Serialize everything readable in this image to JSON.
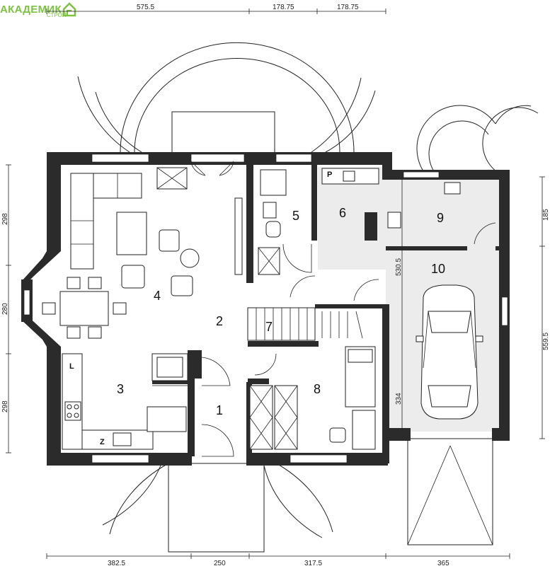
{
  "logo": {
    "brand": "АКАДЕМИК",
    "sub": "СТРОЙ",
    "brand_color": "#7dc242"
  },
  "rooms": [
    "1",
    "2",
    "3",
    "4",
    "5",
    "6",
    "7",
    "8",
    "9",
    "10"
  ],
  "fixtures": {
    "l": "L",
    "p": "P",
    "z": "Z"
  },
  "dimensions": {
    "top": [
      "575.5",
      "178.75",
      "178.75"
    ],
    "bottom": [
      "382.5",
      "250",
      "317.5",
      "365"
    ],
    "left": [
      "298",
      "280",
      "298"
    ],
    "right": [
      "185",
      "559.5"
    ],
    "interior": [
      "530.5",
      "334"
    ]
  },
  "colors": {
    "wall": "#2b2b2b",
    "garage_floor": "#ececec",
    "line": "#222222"
  }
}
